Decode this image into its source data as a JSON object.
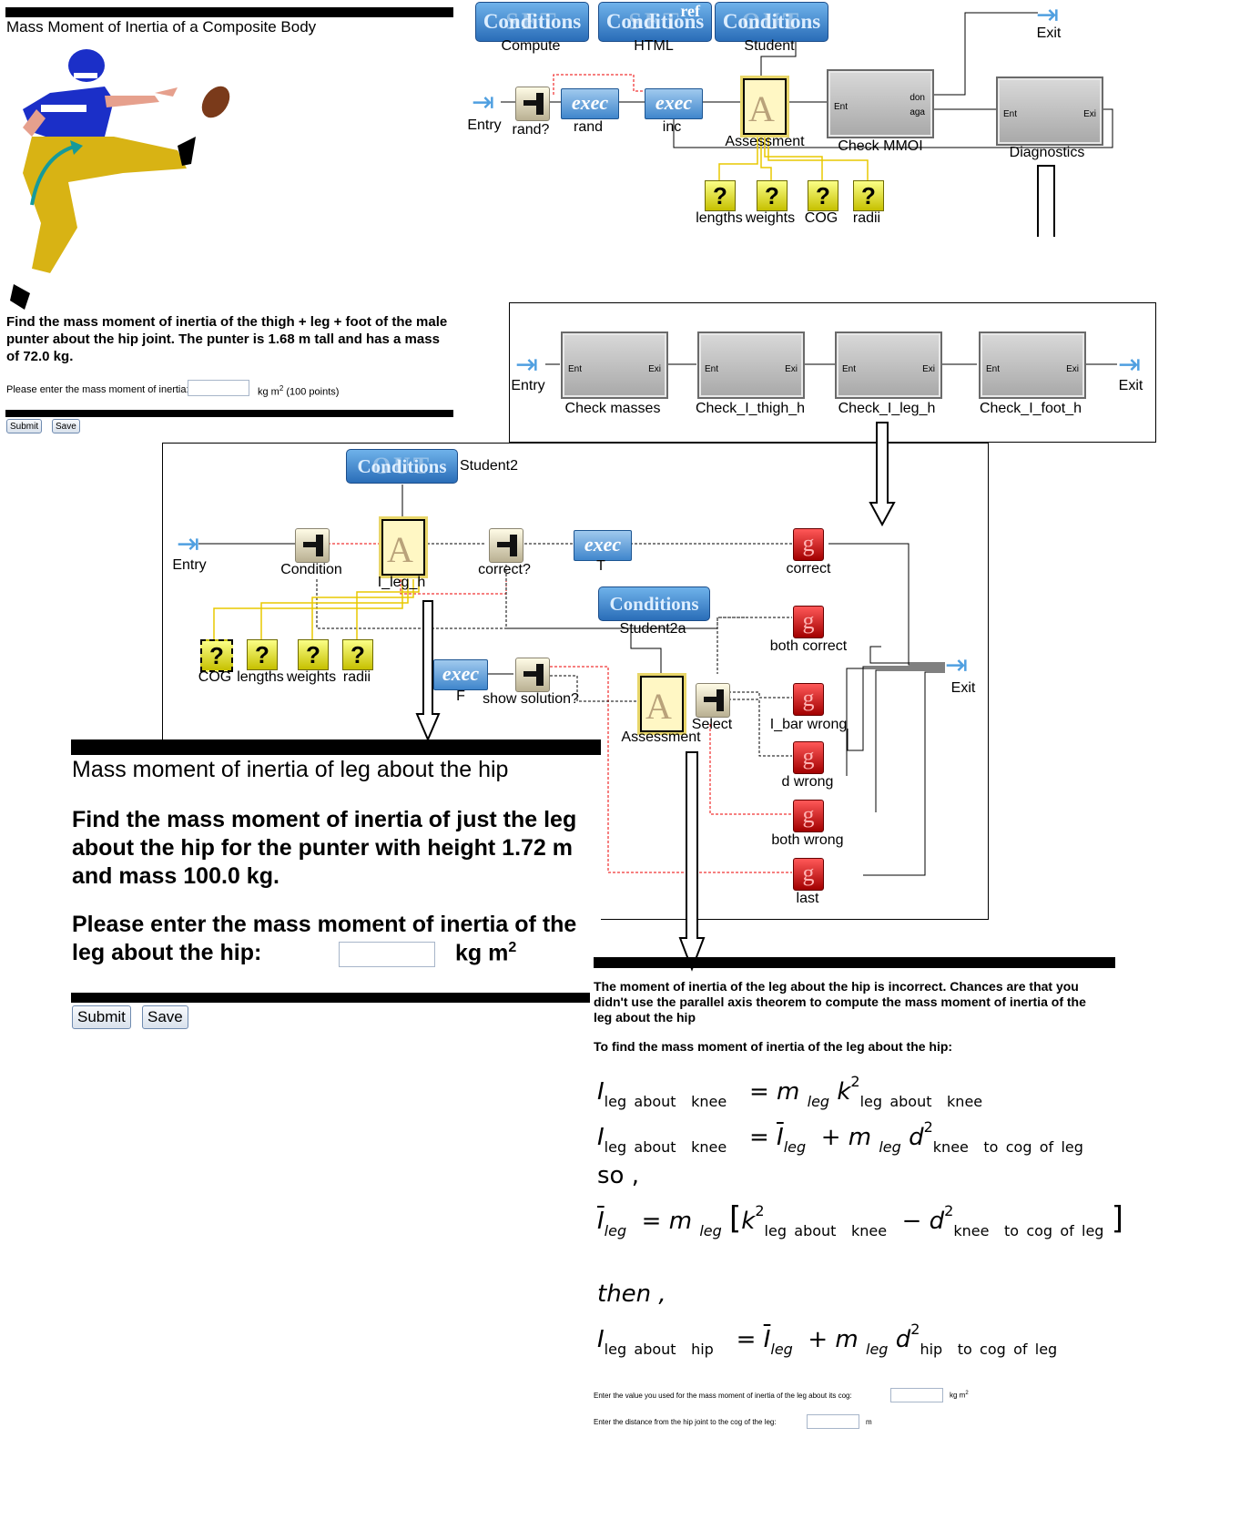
{
  "top_form": {
    "title": "Mass Moment of Inertia of a Composite Body",
    "problem": "Find the mass moment of inertia of the thigh + leg + foot of the male punter about the hip joint. The punter is 1.68 m tall and has a mass of 72.0 kg.",
    "prompt": "Please enter the mass moment of inertia:",
    "units": "kg m",
    "units_sup": "2",
    "points": "(100 points)",
    "submit": "Submit",
    "save": "Save"
  },
  "flow1": {
    "set_compute_ghost": "SET",
    "set_compute": "Conditions",
    "set_compute_label": "Compute",
    "set_html_ghost": "SET",
    "set_html_ref": "ref",
    "set_html": "Conditions",
    "set_html_label": "HTML",
    "out_student_ghost": "OUT",
    "out_student": "Conditions",
    "out_student_label": "Student",
    "entry": "Entry",
    "rand_q": "rand?",
    "exec1": "exec",
    "exec1_label": "rand",
    "exec2": "exec",
    "exec2_label": "inc",
    "assessment": "Assessment",
    "check_mmoi": "Check MMOI",
    "done": "don",
    "again": "aga",
    "ent": "Ent",
    "exi": "Exi",
    "diagnostics": "Diagnostics",
    "exit": "Exit",
    "inputs": [
      "lengths",
      "weights",
      "COG",
      "radii"
    ]
  },
  "flow2": {
    "entry": "Entry",
    "exit": "Exit",
    "ent": "Ent",
    "exi": "Exi",
    "boxes": [
      "Check masses",
      "Check_I_thigh_h",
      "Check_I_leg_h",
      "Check_I_foot_h"
    ]
  },
  "flow3": {
    "out_student2_ghost": "OUT",
    "out_student2": "Conditions",
    "out_student2_label": "Student2",
    "entry": "Entry",
    "condition": "Condition",
    "ileg": "I_leg_h",
    "correct_q": "correct?",
    "exec_t": "exec",
    "exec_t_label": "T",
    "correct": "correct",
    "cond2": "Conditions",
    "cond2_label": "Student2a",
    "both_correct": "both correct",
    "exec_f": "exec",
    "exec_f_label": "F",
    "show_solution": "show solution?",
    "assessment": "Assessment",
    "select": "Select",
    "ibar_wrong": "I_bar wrong",
    "d_wrong": "d wrong",
    "both_wrong": "both wrong",
    "last": "last",
    "exit": "Exit",
    "inputs": [
      "COG",
      "lengths",
      "weights",
      "radii"
    ],
    "g_glyph": "g",
    "q_glyph": "?"
  },
  "leg_form": {
    "title": "Mass moment of inertia of leg about the hip",
    "problem": "Find the mass moment of inertia of just the leg about the hip for the punter with height 1.72 m and mass 100.0 kg.",
    "prompt": "Please enter the mass moment of inertia of the leg about the hip:",
    "units": "kg m",
    "units_sup": "2",
    "submit": "Submit",
    "save": "Save"
  },
  "solution": {
    "message": "The moment of inertia of the leg about the hip is incorrect. Chances are that you didn't use the parallel axis theorem to compute the mass moment of inertia of the leg about the hip",
    "heading": "To find the mass moment of inertia of the leg about the hip:",
    "so": "so ,",
    "then": "then  ,",
    "q1": "Enter the value you used for the mass moment of inertia of the leg about its cog:",
    "q1_units": "kg m",
    "q1_sup": "2",
    "q2": "Enter the distance from the hip joint to the cog of the leg:",
    "q2_units": "m",
    "eq": {
      "I": "I",
      "m": "m",
      "k": "k",
      "d": "d",
      "leg": "leg",
      "about": "about",
      "knee": "knee",
      "hip": "hip",
      "to": "to",
      "cog": "cog",
      "of": "of",
      "two": "2",
      "eq": "=",
      "plus": "+",
      "minus": "−",
      "lbr": "[",
      "rbr": "]"
    }
  }
}
